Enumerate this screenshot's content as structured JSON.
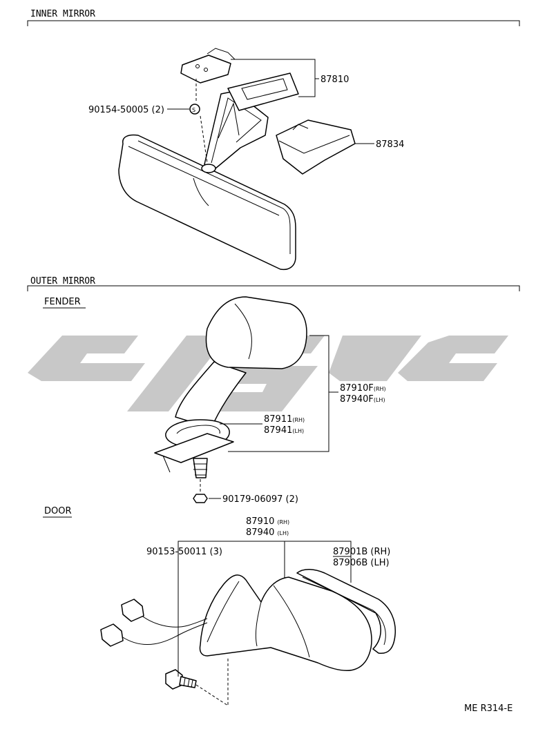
{
  "sections": {
    "inner": "INNER MIRROR",
    "outer": "OUTER MIRROR",
    "fender": "FENDER",
    "door": "DOOR"
  },
  "parts": {
    "p87810": "87810",
    "p90154": "90154-50005 (2)",
    "s_mark": "S",
    "p87834": "87834",
    "p87910F": "87910F",
    "p87910F_side": "(RH)",
    "p87940F": "87940F",
    "p87940F_side": "(LH)",
    "p87911": "87911",
    "p87911_side": "(RH)",
    "p87941": "87941",
    "p87941_side": "(LH)",
    "p90179": "90179-06097 (2)",
    "p87910": "87910",
    "p87910_side": "(RH)",
    "p87940": "87940",
    "p87940_side": "(LH)",
    "p90153": "90153-50011 (3)",
    "p87901B": "87901B (RH)",
    "p87906B": "87906B (LH)"
  },
  "footer": {
    "code": "ME R314-E"
  }
}
